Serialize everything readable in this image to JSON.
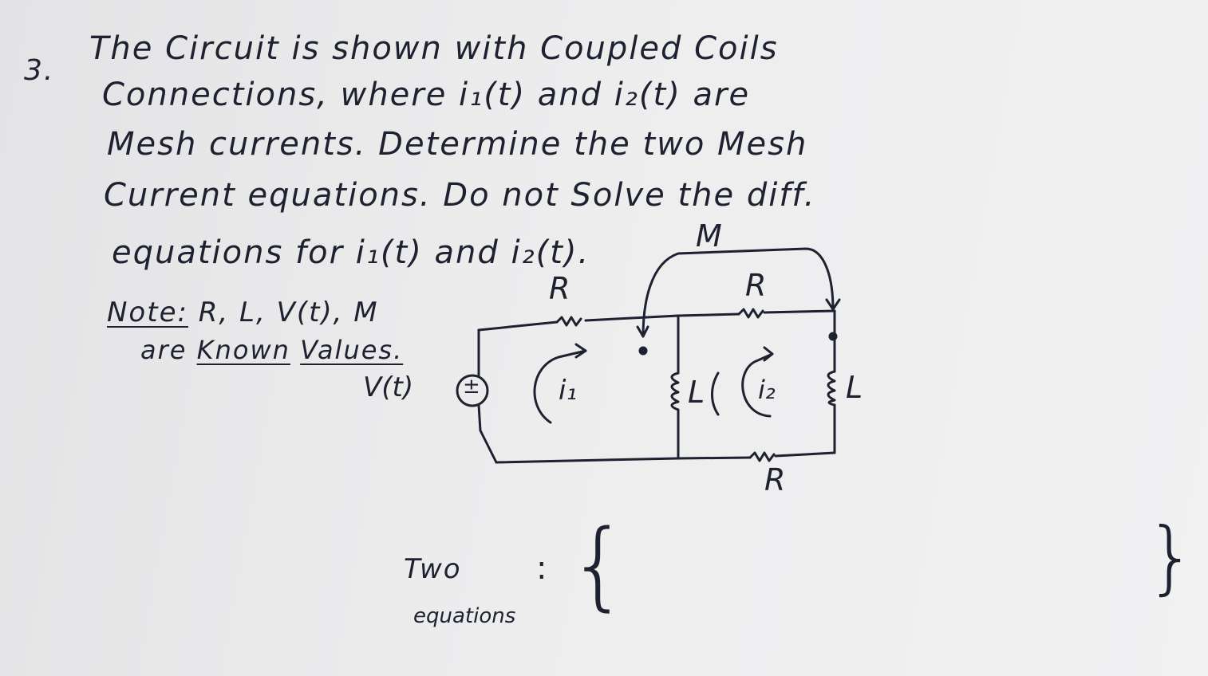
{
  "problem": {
    "number": "3.",
    "lines": [
      "The Circuit is shown with Coupled Coils",
      "Connections, where i₁(t) and i₂(t) are",
      "Mesh currents. Determine the two Mesh",
      "Current equations. Do not Solve the diff.",
      "equations for i₁(t) and i₂(t)."
    ],
    "note_prefix": "Note:",
    "note_values": "R, L, V(t), M",
    "note_line2_prefix": "are",
    "note_known": "Known",
    "note_values_word": "Values."
  },
  "circuit": {
    "source_label": "V(t)",
    "source_symbol": "±",
    "resistor_top_left": "R",
    "resistor_top_right": "R",
    "resistor_bottom": "R",
    "inductor_middle": "L",
    "inductor_right": "L",
    "mutual_label": "M",
    "mesh_1": "i₁",
    "mesh_2": "i₂"
  },
  "answer": {
    "label_line1": "Two",
    "label_line2": "equations",
    "colon": ":",
    "open_brace": "{",
    "close_brace": "}"
  }
}
